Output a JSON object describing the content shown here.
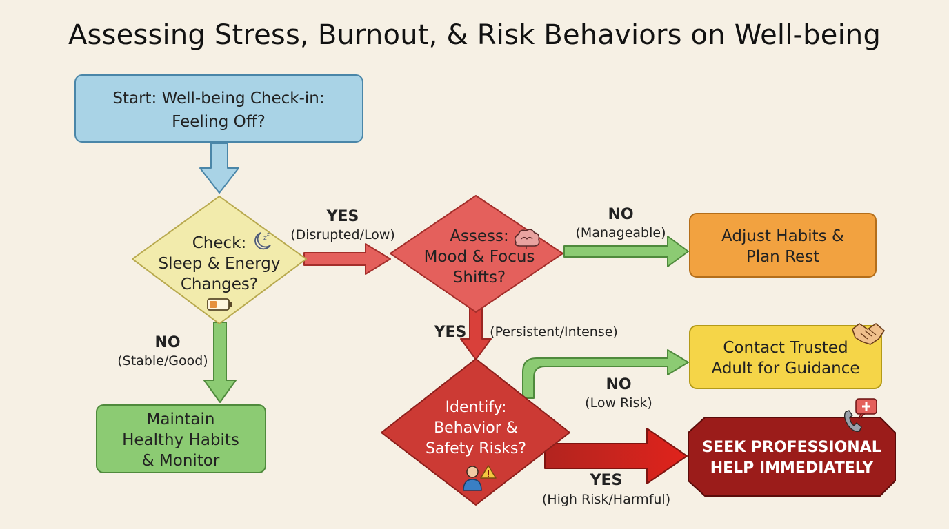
{
  "title": "Assessing Stress, Burnout, & Risk Behaviors on Well-being",
  "colors": {
    "background": "#f6f0e4",
    "start_fill": "#a9d3e6",
    "sleep_diamond_fill": "#f2ebac",
    "mood_diamond_fill": "#e4605c",
    "risk_diamond_fill": "#cc3a34",
    "maintain_fill": "#8ccb73",
    "adjust_fill": "#f2a240",
    "contact_fill": "#f5d548",
    "seek_help_fill": "#9b1c1a",
    "arrow_blue": "#a9d3e6",
    "arrow_green": "#8ccb73",
    "arrow_red": "#d9403a"
  },
  "nodes": {
    "start": {
      "lines": [
        "Start: Well-being Check-in:",
        "Feeling Off?"
      ]
    },
    "sleep_check": {
      "lines": [
        "Check:",
        "Sleep & Energy",
        "Changes?"
      ],
      "icons": [
        "moon-icon",
        "battery-low-icon"
      ]
    },
    "mood_assess": {
      "lines": [
        "Assess:",
        "Mood & Focus",
        "Shifts?"
      ],
      "icons": [
        "brain-cloud-icon"
      ]
    },
    "risk_identify": {
      "lines": [
        "Identify:",
        "Behavior &",
        "Safety Risks?"
      ],
      "icons": [
        "person-warning-icon"
      ]
    },
    "maintain": {
      "lines": [
        "Maintain",
        "Healthy Habits",
        "& Monitor"
      ]
    },
    "adjust": {
      "lines": [
        "Adjust Habits &",
        "Plan Rest"
      ]
    },
    "contact": {
      "lines": [
        "Contact Trusted",
        "Adult for Guidance"
      ],
      "icons": [
        "handshake-icon"
      ]
    },
    "seek_help": {
      "lines": [
        "SEEK PROFESSIONAL",
        "HELP IMMEDIATELY"
      ],
      "icons": [
        "phone-medical-icon"
      ]
    }
  },
  "edges": {
    "sleep_yes": {
      "label": "YES",
      "sub": "(Disrupted/Low)"
    },
    "sleep_no": {
      "label": "NO",
      "sub": "(Stable/Good)"
    },
    "mood_no": {
      "label": "NO",
      "sub": "(Manageable)"
    },
    "mood_yes": {
      "label": "YES",
      "sub": "(Persistent/Intense)"
    },
    "risk_no": {
      "label": "NO",
      "sub": "(Low Risk)"
    },
    "risk_yes": {
      "label": "YES",
      "sub": "(High Risk/Harmful)"
    }
  }
}
